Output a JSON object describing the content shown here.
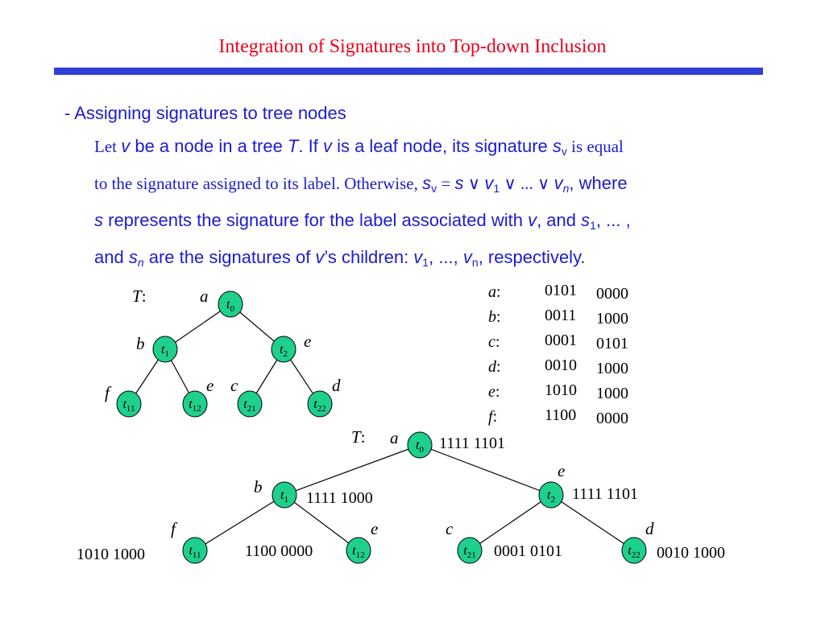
{
  "slide": {
    "title": "Integration of Signatures into Top-down Inclusion",
    "accent_color": "#e8001c",
    "rule_color": "#2f3fd6",
    "text_color": "#1c1cd0",
    "node_fill": "#1fcf8c"
  },
  "body": {
    "bullet": "- Assigning signatures to tree nodes",
    "line1": {
      "t1": "Let ",
      "t2": "v",
      "t3": " be a node in a tree ",
      "t4": "T",
      "t5": ". If ",
      "t6": "v",
      "t7": " is a leaf node, its signature ",
      "t8": "s",
      "t9": "v",
      "t10": " is equal"
    },
    "line2": {
      "t1": "to the signature assigned to its label. Otherwise, ",
      "t2": "s",
      "t3": "v",
      "t4": " = ",
      "t5": "s",
      "t6": " ∨ ",
      "t7": "v",
      "t8": "1",
      "t9": " ∨ ... ∨ ",
      "t10": "v",
      "t11": "n",
      "t12": ", where"
    },
    "line3": {
      "t1": "s",
      "t2": " represents the signature for the label associated with ",
      "t3": "v",
      "t4": ", and ",
      "t5": "s",
      "t6": "1",
      "t7": ", ... ,"
    },
    "line4": {
      "t1": "and ",
      "t2": "s",
      "t3": "n",
      "t4": " are the signatures of ",
      "t5": "v",
      "t6": "’s children: ",
      "t7": "v",
      "t8": "1",
      "t9": ", ..., ",
      "t10": "v",
      "t11": "n",
      "t12": ", respectively."
    }
  },
  "label_signatures": [
    {
      "label": "a",
      "sep": ":",
      "high": "0101",
      "low": "0000"
    },
    {
      "label": "b",
      "sep": ":",
      "high": "0011",
      "low": "1000"
    },
    {
      "label": "c",
      "sep": ":",
      "high": "0001",
      "low": "0101"
    },
    {
      "label": "d",
      "sep": ":",
      "high": "0010",
      "low": "1000"
    },
    {
      "label": "e",
      "sep": ":",
      "high": "1010",
      "low": "1000"
    },
    {
      "label": "f",
      "sep": ":",
      "high": "1100",
      "low": "0000"
    }
  ],
  "small_tree": {
    "name": "T",
    "name_sep": ":",
    "nodes": [
      {
        "id": "t0",
        "base": "t",
        "sub": "0",
        "label": "a"
      },
      {
        "id": "t1",
        "base": "t",
        "sub": "1",
        "label": "b"
      },
      {
        "id": "t2",
        "base": "t",
        "sub": "2",
        "label": "e"
      },
      {
        "id": "t11",
        "base": "t",
        "sub": "11",
        "label": "f"
      },
      {
        "id": "t12",
        "base": "t",
        "sub": "12",
        "label": "e"
      },
      {
        "id": "t21",
        "base": "t",
        "sub": "21",
        "label": "c"
      },
      {
        "id": "t22",
        "base": "t",
        "sub": "22",
        "label": "d"
      }
    ]
  },
  "large_tree": {
    "name": "T",
    "name_sep": ":",
    "nodes": [
      {
        "id": "t0",
        "base": "t",
        "sub": "0",
        "label": "a",
        "signature": "1111 1101"
      },
      {
        "id": "t1",
        "base": "t",
        "sub": "1",
        "label": "b",
        "signature": "1111 1000"
      },
      {
        "id": "t2",
        "base": "t",
        "sub": "2",
        "label": "e",
        "signature": "1111 1101"
      },
      {
        "id": "t11",
        "base": "t",
        "sub": "11",
        "label": "f",
        "signature": "1010 1000"
      },
      {
        "id": "t12",
        "base": "t",
        "sub": "12",
        "label": "e",
        "signature": "1100 0000"
      },
      {
        "id": "t21",
        "base": "t",
        "sub": "21",
        "label": "c",
        "signature": "0001 0101"
      },
      {
        "id": "t22",
        "base": "t",
        "sub": "22",
        "label": "d",
        "signature": "0010 1000"
      }
    ]
  }
}
